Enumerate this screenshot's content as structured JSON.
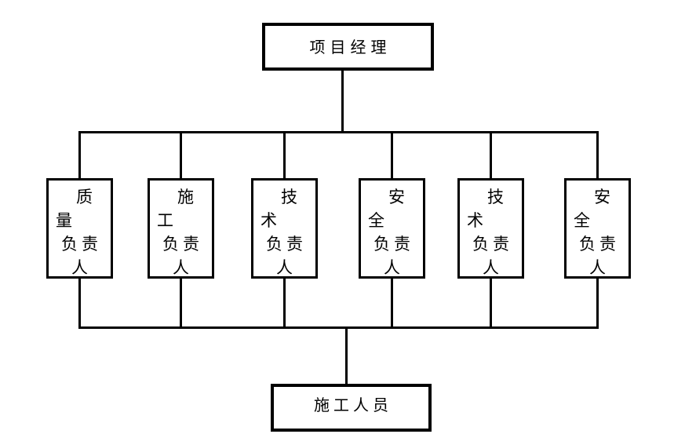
{
  "diagram": {
    "root": {
      "label": "项目经理"
    },
    "children": [
      {
        "label": "质量负责人",
        "lines": [
          "质",
          "量",
          "负责",
          "人"
        ]
      },
      {
        "label": "施工负责人",
        "lines": [
          "施",
          "工",
          "负责",
          "人"
        ]
      },
      {
        "label": "技术负责人",
        "lines": [
          "技",
          "术",
          "负责",
          "人"
        ]
      },
      {
        "label": "安全负责人",
        "lines": [
          "安",
          "全",
          "负责",
          "人"
        ]
      },
      {
        "label": "技术负责人",
        "lines": [
          "技",
          "术",
          "负责",
          "人"
        ]
      },
      {
        "label": "安全负责人",
        "lines": [
          "安",
          "全",
          "负责",
          "人"
        ]
      }
    ],
    "bottom": {
      "label": "施工人员"
    }
  },
  "colors": {
    "background": "#ffffff",
    "line": "#000000",
    "text": "#000000"
  }
}
